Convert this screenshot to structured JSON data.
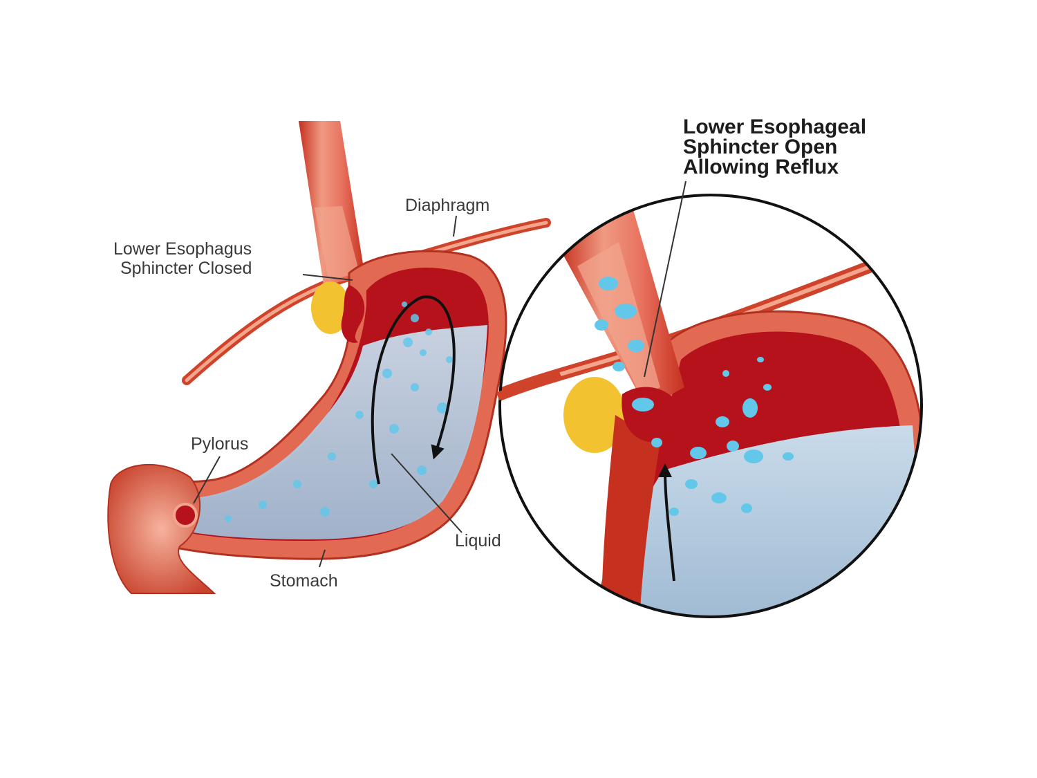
{
  "labels": {
    "diaphragm": "Diaphragm",
    "les_closed_line1": "Lower Esophagus",
    "les_closed_line2": "Sphincter Closed",
    "pylorus": "Pylorus",
    "liquid": "Liquid",
    "stomach": "Stomach",
    "les_open_line1": "Lower Esophageal",
    "les_open_line2": "Sphincter Open",
    "les_open_line3": "Allowing Reflux"
  },
  "colors": {
    "tissue": "#e8735f",
    "tissue_dark": "#c0201c",
    "cavity": "#b5121b",
    "liquid": "#a9c4dc",
    "bubbles": "#63c7ea",
    "fat": "#f2c230",
    "outline": "#111111"
  }
}
